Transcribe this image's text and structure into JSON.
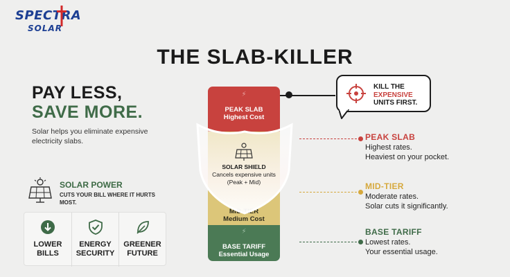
{
  "brand": {
    "name": "SPECTRA",
    "sub": "SOLAR",
    "color": "#1d3f93"
  },
  "title": "THE SLAB-KILLER",
  "left": {
    "headline_line1": "PAY LESS,",
    "headline_line2": "SAVE MORE.",
    "intro": "Solar helps you eliminate expensive electricity slabs.",
    "solar_power": {
      "title": "SOLAR POWER",
      "desc": "CUTS YOUR BILL WHERE IT HURTS MOST.",
      "icon": "solar-panel-icon"
    },
    "benefits": [
      {
        "label": "LOWER\nBILLS",
        "icon": "arrow-down-circle-icon"
      },
      {
        "label": "ENERGY\nSECURITY",
        "icon": "shield-check-icon"
      },
      {
        "label": "GREENER\nFUTURE",
        "icon": "leaf-icon"
      }
    ]
  },
  "slabs": {
    "peak": {
      "label": "PEAK SLAB\nHighest Cost",
      "color": "#c8423e"
    },
    "mid": {
      "label": "MID-TIER\nMedium Cost",
      "color": "#dcc679"
    },
    "base": {
      "label": "BASE TARIFF\nEssential Usage",
      "color": "#4b7a55"
    }
  },
  "shield": {
    "title": "SOLAR SHIELD",
    "desc": "Cancels expensive units (Peak + Mid)"
  },
  "callout": {
    "line1": "KILL THE",
    "line2": "EXPENSIVE",
    "line3": "UNITS FIRST.",
    "accent": "#c8423e"
  },
  "legend": [
    {
      "title": "PEAK SLAB",
      "desc": "Highest rates.\nHeaviest on your pocket.",
      "color": "#c8423e"
    },
    {
      "title": "MID-TIER",
      "desc": "Moderate rates.\nSolar cuts it significantly.",
      "color": "#d6a93d"
    },
    {
      "title": "BASE TARIFF",
      "desc": "Lowest rates.\nYour essential usage.",
      "color": "#3f6b48"
    }
  ]
}
